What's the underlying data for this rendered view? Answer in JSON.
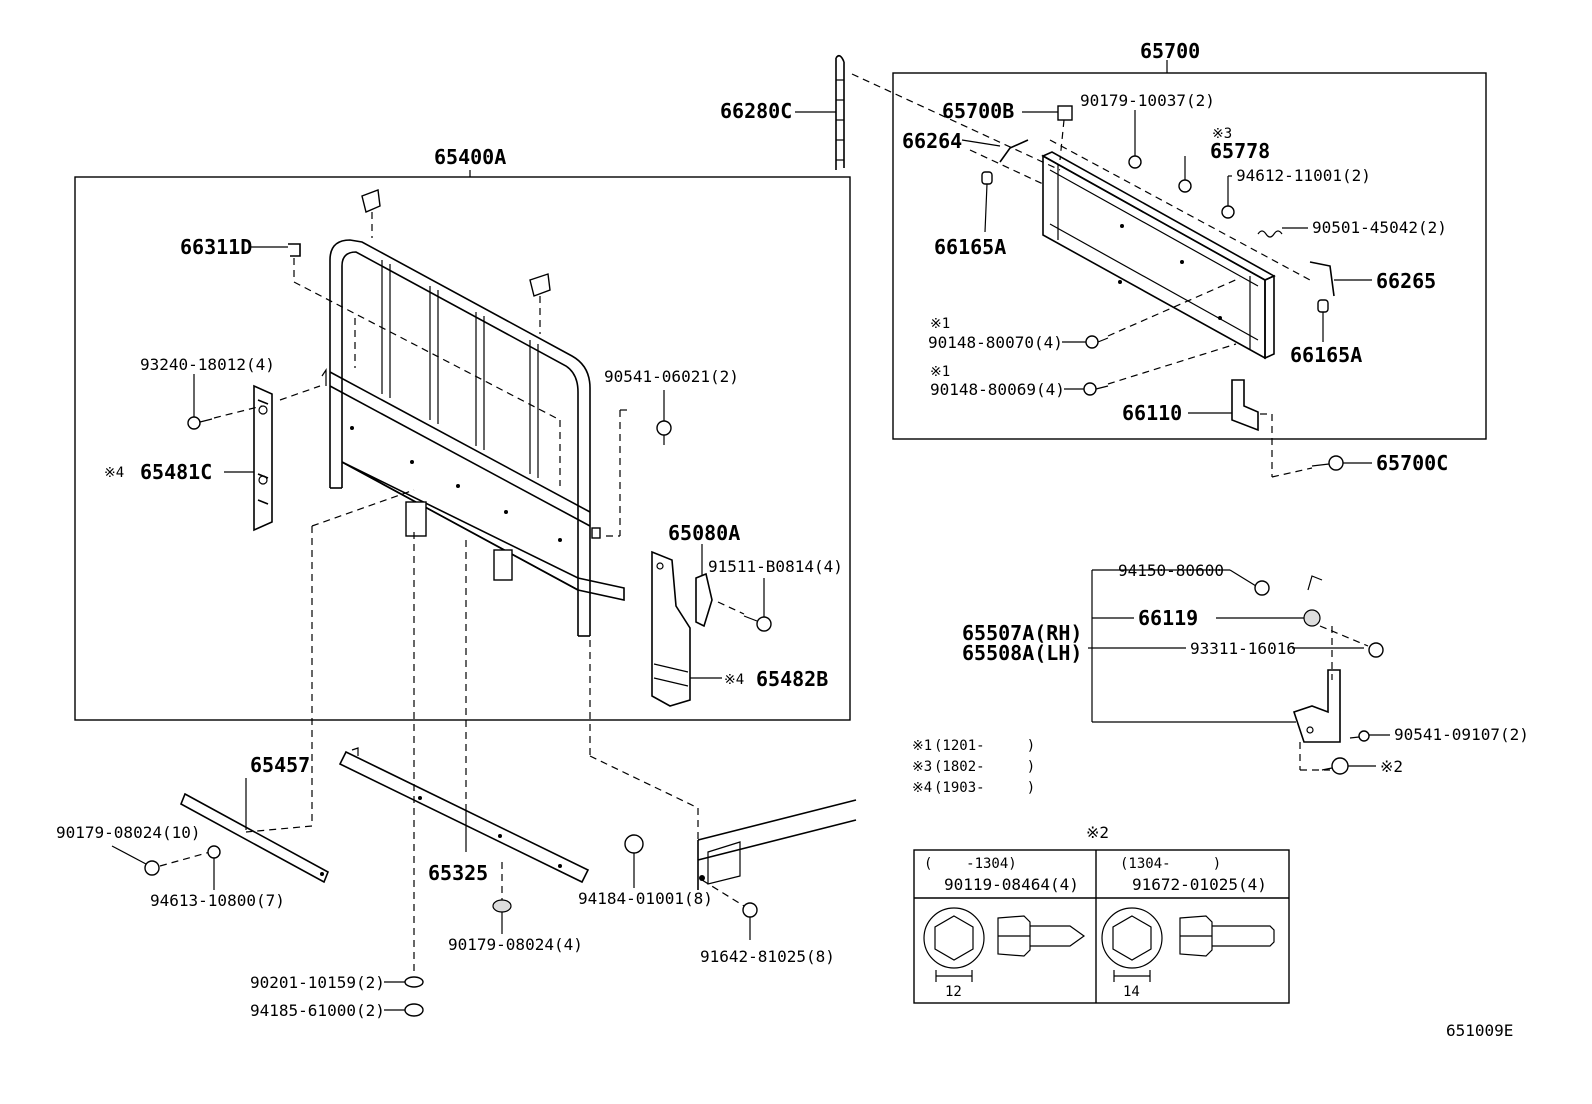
{
  "labels": {
    "p65700": "65700",
    "p66280C": "66280C",
    "p65700B": "65700B",
    "p90179_10037": "90179-10037(2)",
    "p66264": "66264",
    "mark3_65778": "※3",
    "p65778": "65778",
    "p94612": "94612-11001(2)",
    "p90501": "90501-45042(2)",
    "p66165A_1": "66165A",
    "p66265": "66265",
    "mark1_a": "※1",
    "p90148_80070": "90148-80070(4)",
    "p66165A_2": "66165A",
    "mark1_b": "※1",
    "p90148_80069": "90148-80069(4)",
    "p66110": "66110",
    "p65700C": "65700C",
    "p65400A": "65400A",
    "p66311D": "66311D",
    "p93240": "93240-18012(4)",
    "p90541_06021": "90541-06021(2)",
    "mark4_65481C": "※4",
    "p65481C": "65481C",
    "p65080A": "65080A",
    "p91511": "91511-B0814(4)",
    "mark4_65482B": "※4",
    "p65482B": "65482B",
    "p94150": "94150-80600",
    "p66119": "66119",
    "p65507A": "65507A(RH)",
    "p65508A": "65508A(LH)",
    "p93311": "93311-16016",
    "p90541_09107": "90541-09107(2)",
    "mark2_side": "※2",
    "p65457": "65457",
    "p90179_08024_10": "90179-08024(10)",
    "p94613": "94613-10800(7)",
    "p65325": "65325",
    "p90179_08024_4": "90179-08024(4)",
    "p94184": "94184-01001(8)",
    "p91642": "91642-81025(8)",
    "p90201": "90201-10159(2)",
    "p94185": "94185-61000(2)",
    "diagram_id": "651009E"
  },
  "notes": [
    {
      "mark": "※1",
      "range": "(1201-     )"
    },
    {
      "mark": "※3",
      "range": "(1802-     )"
    },
    {
      "mark": "※4",
      "range": "(1903-     )"
    }
  ],
  "detail_box": {
    "title": "※2",
    "left": {
      "range": "(    -1304)",
      "part": "90119-08464(4)",
      "size": "12"
    },
    "right": {
      "range": "(1304-     )",
      "part": "91672-01025(4)",
      "size": "14"
    }
  }
}
